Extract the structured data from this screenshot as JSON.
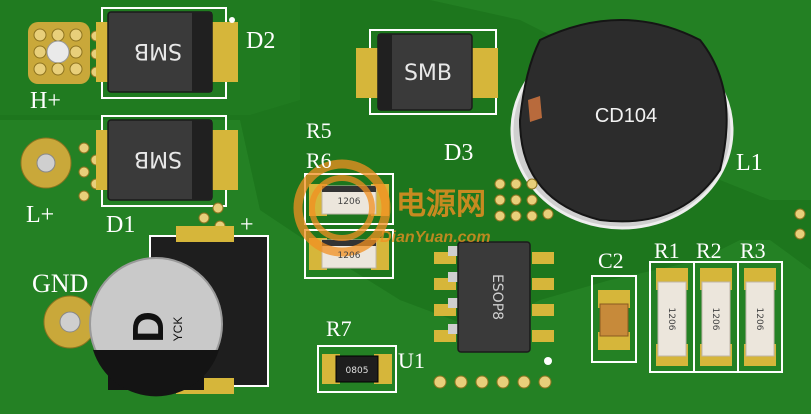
{
  "labels": {
    "d2": "D2",
    "h_plus": "H+",
    "l_plus": "L+",
    "d1": "D1",
    "gnd": "GND",
    "r5": "R5",
    "r6": "R6",
    "d3": "D3",
    "l1": "L1",
    "c2": "C2",
    "r1": "R1",
    "r2": "R2",
    "r3": "R3",
    "r7": "R7",
    "u1": "U1",
    "plus": "+"
  },
  "components": {
    "smb_top": "SMB",
    "smb_mid": "SMB",
    "smb_d3": "SMB",
    "inductor": "CD104",
    "res_upper": "1206",
    "res_lower": "1206",
    "res_r1": "1206",
    "res_r2": "1206",
    "res_r3": "1206",
    "res_r7": "0805",
    "ic": "ESOP8",
    "cap_letter": "D",
    "cap_brand": "YCK"
  },
  "watermark": {
    "chinese": "电源网",
    "site": "DianYuan.com"
  },
  "colors": {
    "board": "#1f7a1f",
    "silkscreen": "#ffffff",
    "pad": "#d6b63a",
    "component_body": "#3a3a3a"
  }
}
